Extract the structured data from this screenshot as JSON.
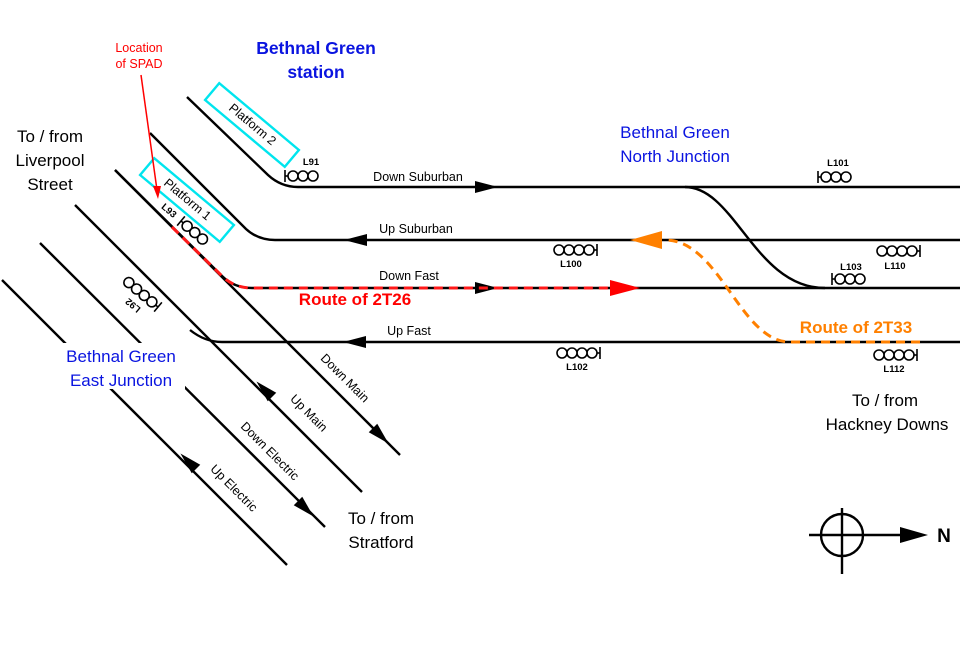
{
  "diagram": {
    "title": "Bethnal Green station",
    "colors": {
      "track": "#000000",
      "location_text": "#0a14e0",
      "route_2T26": "#ff0000",
      "route_2T33": "#ff8000",
      "spad_annotation": "#ff0000",
      "platform_outline": "#00e5ee"
    },
    "locations": {
      "station": {
        "line1": "Bethnal Green",
        "line2": "station"
      },
      "north_junction": {
        "line1": "Bethnal Green",
        "line2": "North Junction"
      },
      "east_junction": {
        "line1": "Bethnal Green",
        "line2": "East Junction"
      }
    },
    "destinations": {
      "liverpool_street": {
        "line1": "To / from",
        "line2": "Liverpool",
        "line3": "Street"
      },
      "hackney_downs": {
        "line1": "To / from",
        "line2": "Hackney Downs"
      },
      "stratford": {
        "line1": "To / from",
        "line2": "Stratford"
      }
    },
    "platforms": [
      {
        "id": "platform-2",
        "label": "Platform 2"
      },
      {
        "id": "platform-1",
        "label": "Platform 1"
      }
    ],
    "lines": [
      {
        "id": "down-suburban",
        "label": "Down Suburban",
        "direction": "north"
      },
      {
        "id": "up-suburban",
        "label": "Up Suburban",
        "direction": "south"
      },
      {
        "id": "down-fast",
        "label": "Down Fast",
        "direction": "north"
      },
      {
        "id": "up-fast",
        "label": "Up Fast",
        "direction": "south"
      },
      {
        "id": "down-main",
        "label": "Down Main",
        "direction": "east"
      },
      {
        "id": "up-main",
        "label": "Up Main",
        "direction": "west"
      },
      {
        "id": "down-electric",
        "label": "Down Electric",
        "direction": "east"
      },
      {
        "id": "up-electric",
        "label": "Up Electric",
        "direction": "west"
      }
    ],
    "signals": [
      {
        "id": "L91",
        "label": "L91",
        "aspects": 3
      },
      {
        "id": "L93",
        "label": "L93",
        "aspects": 3
      },
      {
        "id": "L92",
        "label": "L92",
        "aspects": 4
      },
      {
        "id": "L100",
        "label": "L100",
        "aspects": 4
      },
      {
        "id": "L101",
        "label": "L101",
        "aspects": 3
      },
      {
        "id": "L102",
        "label": "L102",
        "aspects": 4
      },
      {
        "id": "L103",
        "label": "L103",
        "aspects": 3
      },
      {
        "id": "L110",
        "label": "L110",
        "aspects": 4
      },
      {
        "id": "L112",
        "label": "L112",
        "aspects": 4
      }
    ],
    "routes": [
      {
        "id": "2T26",
        "label": "Route of 2T26"
      },
      {
        "id": "2T33",
        "label": "Route of 2T33"
      }
    ],
    "spad": {
      "line1": "Location",
      "line2": "of SPAD"
    },
    "north_arrow": {
      "label": "N"
    }
  }
}
